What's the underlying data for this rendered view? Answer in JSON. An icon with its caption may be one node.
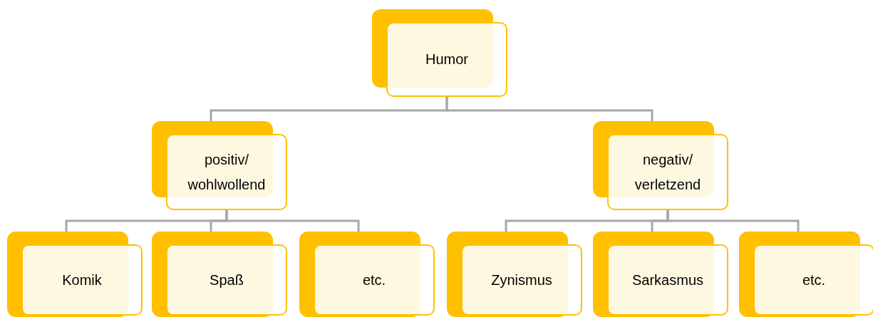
{
  "diagram": {
    "nodes": [
      {
        "text": [
          "Humor"
        ]
      },
      {
        "text": [
          "positiv/ wohlwollend"
        ]
      },
      {
        "text": [
          "negativ/ verletzend"
        ]
      },
      {
        "text": [
          "Komik"
        ]
      },
      {
        "text": [
          "Spaß"
        ]
      },
      {
        "text": [
          "etc."
        ]
      },
      {
        "text": [
          "Zynismus"
        ]
      },
      {
        "text": [
          "Sarkasmus"
        ]
      },
      {
        "text": [
          "etc."
        ]
      }
    ],
    "edges": [
      {
        "from": 0,
        "to": 1,
        "arrow": "none"
      },
      {
        "from": 0,
        "to": 2,
        "arrow": "none"
      },
      {
        "from": 1,
        "to": 3,
        "arrow": "none"
      },
      {
        "from": 1,
        "to": 4,
        "arrow": "none"
      },
      {
        "from": 1,
        "to": 5,
        "arrow": "none"
      },
      {
        "from": 2,
        "to": 6,
        "arrow": "none"
      },
      {
        "from": 2,
        "to": 7,
        "arrow": "none"
      },
      {
        "from": 2,
        "to": 8,
        "arrow": "none"
      }
    ]
  }
}
